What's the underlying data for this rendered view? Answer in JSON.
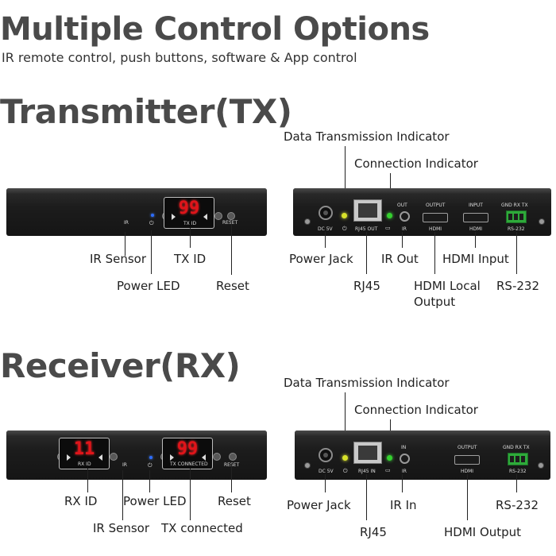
{
  "header": {
    "title": "Multiple Control Options",
    "subtitle": "IR remote control, push buttons, software & App control"
  },
  "tx": {
    "heading": "Transmitter(TX)",
    "front": {
      "display_value": "99",
      "display_label": "TX ID",
      "ir_label": "IR",
      "reset_label": "RESET"
    },
    "rear": {
      "dc_label": "DC 5V",
      "rj45_label": "RJ45 OUT",
      "ir_top_label": "OUT",
      "ir_bottom_label": "IR",
      "hdmi_out_label_top": "OUTPUT",
      "hdmi_out_label_bottom": "HDMI",
      "hdmi_in_label_top": "INPUT",
      "hdmi_in_label_bottom": "HDMI",
      "rs232_top": "GND RX TX",
      "rs232_bottom": "RS-232"
    },
    "callouts": {
      "data_indicator": "Data Transmission Indicator",
      "connection_indicator": "Connection Indicator",
      "ir_sensor": "IR Sensor",
      "tx_id": "TX ID",
      "power_led": "Power LED",
      "reset": "Reset",
      "power_jack": "Power Jack",
      "ir_out": "IR Out",
      "hdmi_input": "HDMI Input",
      "rj45": "RJ45",
      "hdmi_local_output_1": "HDMI Local",
      "hdmi_local_output_2": "Output",
      "rs232": "RS-232"
    }
  },
  "rx": {
    "heading": "Receiver(RX)",
    "front": {
      "rx_display_value": "11",
      "rx_display_label": "RX ID",
      "ir_label": "IR",
      "tx_display_value": "99",
      "tx_display_label": "TX CONNECTED",
      "reset_label": "RESET"
    },
    "rear": {
      "dc_label": "DC 5V",
      "rj45_label": "RJ45 IN",
      "ir_top_label": "IN",
      "ir_bottom_label": "IR",
      "hdmi_out_label_top": "OUTPUT",
      "hdmi_out_label_bottom": "HDMI",
      "rs232_top": "GND RX TX",
      "rs232_bottom": "RS-232"
    },
    "callouts": {
      "data_indicator": "Data Transmission Indicator",
      "connection_indicator": "Connection Indicator",
      "rx_id": "RX ID",
      "power_led": "Power LED",
      "reset": "Reset",
      "ir_sensor": "IR Sensor",
      "tx_connected": "TX connected",
      "power_jack": "Power Jack",
      "ir_in": "IR In",
      "rs232": "RS-232",
      "rj45": "RJ45",
      "hdmi_output": "HDMI Output"
    }
  }
}
